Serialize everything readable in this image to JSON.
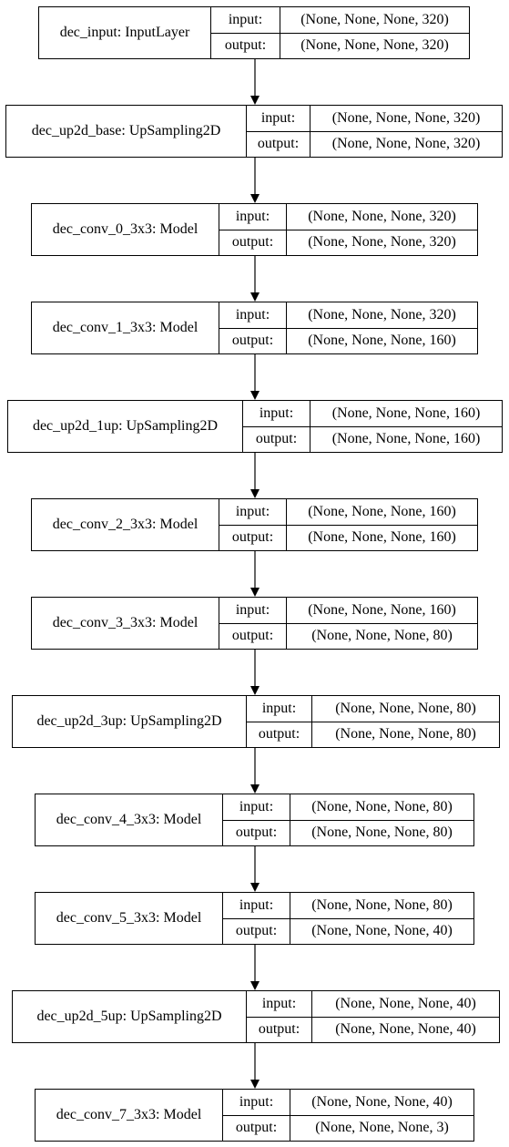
{
  "labels": {
    "input": "input:",
    "output": "output:"
  },
  "nodes": [
    {
      "name": "dec_input: InputLayer",
      "input": "(None, None, None, 320)",
      "output": "(None, None, None, 320)"
    },
    {
      "name": "dec_up2d_base: UpSampling2D",
      "input": "(None, None, None, 320)",
      "output": "(None, None, None, 320)"
    },
    {
      "name": "dec_conv_0_3x3: Model",
      "input": "(None, None, None, 320)",
      "output": "(None, None, None, 320)"
    },
    {
      "name": "dec_conv_1_3x3: Model",
      "input": "(None, None, None, 320)",
      "output": "(None, None, None, 160)"
    },
    {
      "name": "dec_up2d_1up: UpSampling2D",
      "input": "(None, None, None, 160)",
      "output": "(None, None, None, 160)"
    },
    {
      "name": "dec_conv_2_3x3: Model",
      "input": "(None, None, None, 160)",
      "output": "(None, None, None, 160)"
    },
    {
      "name": "dec_conv_3_3x3: Model",
      "input": "(None, None, None, 160)",
      "output": "(None, None, None, 80)"
    },
    {
      "name": "dec_up2d_3up: UpSampling2D",
      "input": "(None, None, None, 80)",
      "output": "(None, None, None, 80)"
    },
    {
      "name": "dec_conv_4_3x3: Model",
      "input": "(None, None, None, 80)",
      "output": "(None, None, None, 80)"
    },
    {
      "name": "dec_conv_5_3x3: Model",
      "input": "(None, None, None, 80)",
      "output": "(None, None, None, 40)"
    },
    {
      "name": "dec_up2d_5up: UpSampling2D",
      "input": "(None, None, None, 40)",
      "output": "(None, None, None, 40)"
    },
    {
      "name": "dec_conv_7_3x3: Model",
      "input": "(None, None, None, 40)",
      "output": "(None, None, None, 3)"
    }
  ]
}
